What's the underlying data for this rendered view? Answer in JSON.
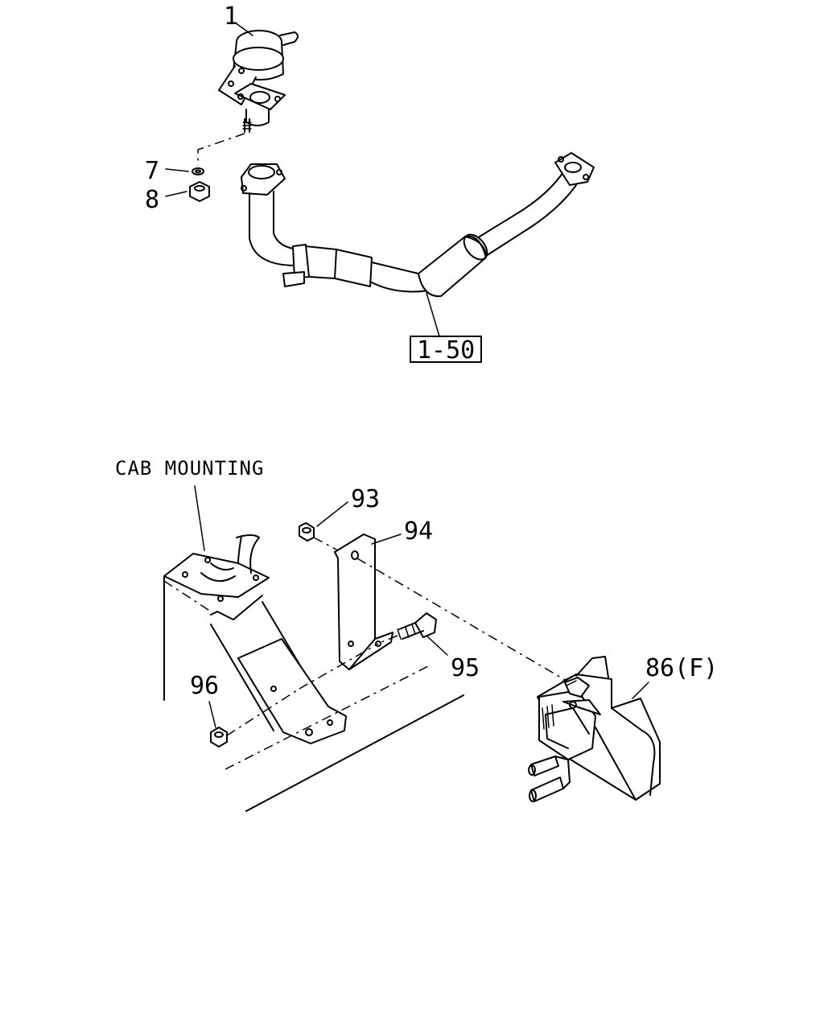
{
  "callouts": {
    "c1": "1",
    "c7": "7",
    "c8": "8",
    "ref_box": "1-50",
    "c93": "93",
    "c94": "94",
    "c95": "95",
    "c96": "96",
    "c86": "86(F)"
  },
  "notes": {
    "cab_mounting": "CAB MOUNTING"
  }
}
